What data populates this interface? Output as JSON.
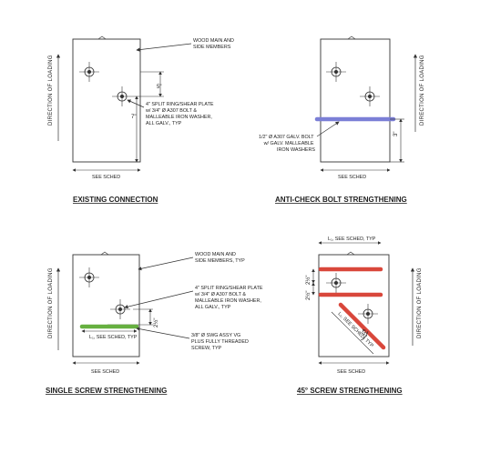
{
  "panels": {
    "existing": {
      "title": "EXISTING CONNECTION",
      "callout": [
        "WOOD MAIN AND",
        "SIDE MEMBERS"
      ],
      "ring_note": [
        "4\" SPLIT RING/SHEAR PLATE",
        "w/ 3/4\" Ø A307 BOLT &",
        "MALLEABLE IRON WASHER,",
        "ALL GALV., TYP"
      ],
      "dim_a": "5\"",
      "dim_b": "7\"",
      "sched": "SEE SCHED",
      "loading": "DIRECTION OF LOADING"
    },
    "anticheck": {
      "title": "ANTI-CHECK BOLT STRENGTHENING",
      "bolt_note": [
        "1/2\" Ø A307 GALV. BOLT",
        "w/ GALV. MALLEABLE",
        "IRON WASHERS"
      ],
      "dim": "3\"",
      "sched": "SEE SCHED",
      "loading": "DIRECTION OF LOADING"
    },
    "single": {
      "title": "SINGLE SCREW STRENGTHENING",
      "callout": [
        "WOOD MAIN AND",
        "SIDE MEMBERS, TYP"
      ],
      "ring_note": [
        "4\" SPLIT RING/SHEAR PLATE",
        "w/ 3/4\" Ø A307 BOLT &",
        "MALLEABLE IRON WASHER,",
        "ALL GALV., TYP"
      ],
      "screw_note": [
        "3/8\" Ø SWG ASSY VG",
        "PLUS FULLY THREADED",
        "SCREW, TYP"
      ],
      "dim": "2½\"",
      "length_label": "L₁, SEE SCHED, TYP",
      "sched": "SEE SCHED",
      "loading": "DIRECTION OF LOADING"
    },
    "fortyfive": {
      "title": "45° SCREW STRENGTHENING",
      "top_label": "L₁, SEE SCHED, TYP",
      "dim_a": "2½\"",
      "dim_b": "2½\"",
      "diag_label": "L₁, SEE SCHED, TYP",
      "angle": "45°",
      "sched": "SEE SCHED",
      "loading": "DIRECTION OF LOADING"
    }
  },
  "colors": {
    "anti_check_bolt": "#7b7fd6",
    "single_screw": "#66b040",
    "diagonal_screws": "#d9473b",
    "linework": "#333333"
  }
}
